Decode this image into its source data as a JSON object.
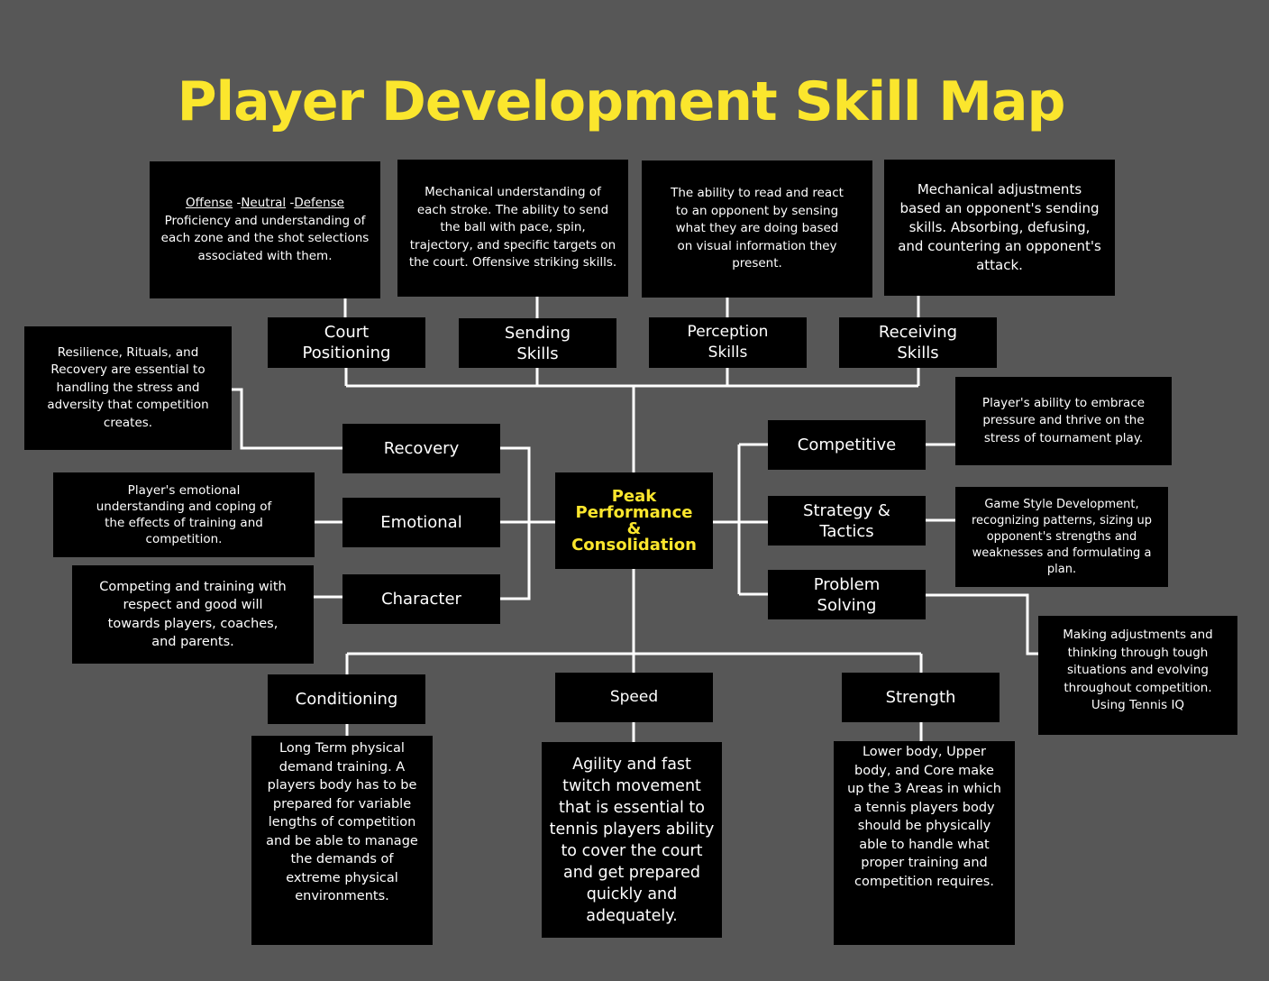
{
  "title": "Player Development Skill Map",
  "center": {
    "line1": "Peak",
    "line2": "Performance",
    "line3": "&",
    "line4": "Consolidation"
  },
  "top": {
    "court": {
      "label": "Court Positioning",
      "desc_u1": "Offense",
      "desc_sep1": " -",
      "desc_u2": "Neutral",
      "desc_sep2": " -",
      "desc_u3": "Defense",
      "desc": "Proficiency and understanding of each zone and the shot selections associated with them."
    },
    "sending": {
      "label": "Sending Skills",
      "desc": "Mechanical understanding of each stroke. The ability to send the ball with pace, spin, trajectory, and specific targets on the court. Offensive striking skills."
    },
    "perception": {
      "label": "Perception Skills",
      "desc": "The ability to read and react to an opponent by sensing what they are doing based on visual information they present."
    },
    "receiving": {
      "label": "Receiving Skills",
      "desc": "Mechanical adjustments based an opponent's sending skills. Absorbing, defusing, and countering an opponent's attack."
    }
  },
  "left": {
    "recovery": {
      "label": "Recovery",
      "desc": "Resilience, Rituals, and Recovery are essential to handling the stress and adversity that competition creates."
    },
    "emotional": {
      "label": "Emotional",
      "desc": "Player's emotional understanding and coping of the effects of training and competition."
    },
    "character": {
      "label": "Character",
      "desc": "Competing and training with respect and good will towards players, coaches, and parents."
    }
  },
  "right": {
    "competitive": {
      "label": "Competitive",
      "desc": "Player's ability to embrace pressure and thrive on the stress of tournament play."
    },
    "strategy": {
      "label": "Strategy & Tactics",
      "desc": "Game Style Development, recognizing patterns, sizing up opponent's strengths and weaknesses and formulating a plan."
    },
    "problem": {
      "label": "Problem Solving",
      "desc": "Making adjustments and thinking through tough situations and evolving throughout competition. Using Tennis IQ"
    }
  },
  "bottom": {
    "conditioning": {
      "label": "Conditioning",
      "desc": "Long Term physical demand training. A players body has to be prepared for variable lengths of competition and be able to manage the demands of extreme physical environments."
    },
    "speed": {
      "label": "Speed",
      "desc": "Agility and fast twitch movement that is essential to tennis players ability to cover the court and get prepared quickly and adequately."
    },
    "strength": {
      "label": "Strength",
      "desc": "Lower body, Upper body, and Core make up the 3 Areas in which a tennis players body should be physically able to handle what proper training and competition requires."
    }
  }
}
